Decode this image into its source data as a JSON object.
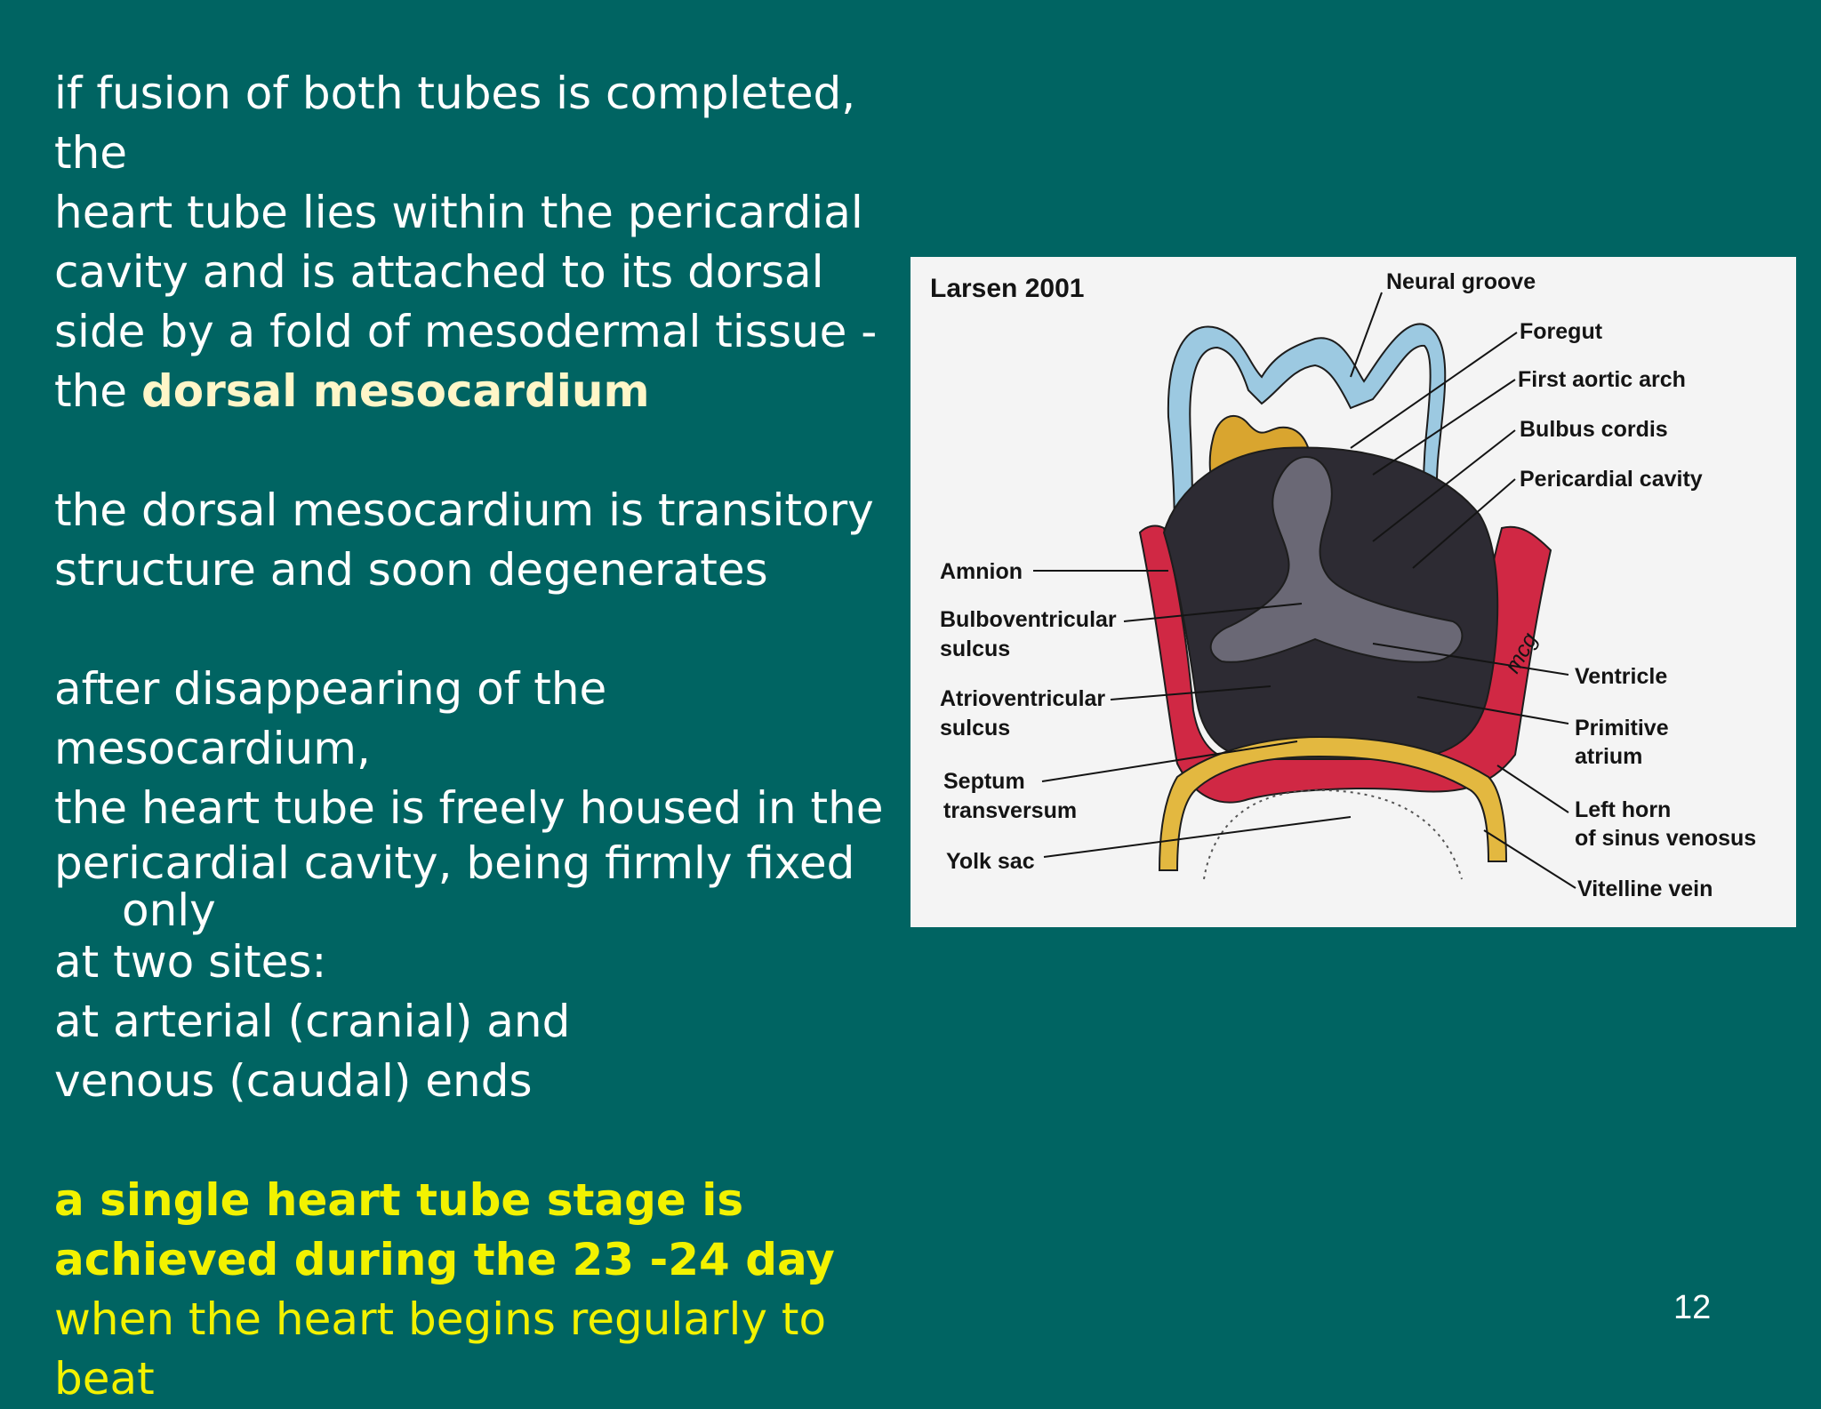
{
  "slide": {
    "para1": {
      "line1": "if fusion of both tubes is completed, the",
      "line2": "heart tube lies within the pericardial",
      "line3": "cavity and is attached to its dorsal",
      "line4": "side by a fold of mesodermal tissue -",
      "line5_prefix": "the ",
      "line5_bold": "dorsal mesocardium"
    },
    "para2": {
      "line1": "the dorsal mesocardium is transitory",
      "line2": "structure and soon degenerates"
    },
    "para3": {
      "line1": "after disappearing of the mesocardium,",
      "line2": "the heart tube is freely housed in the",
      "line3": "pericardial cavity, being firmly fixed",
      "line4": "only",
      "line5": "at two sites:",
      "line6": "at arterial (cranial) and",
      "line7": "venous (caudal) ends"
    },
    "para4": {
      "line1": "a single heart tube stage is",
      "line2": "achieved during the 23 -24 day",
      "line3": "when the heart begins regularly to",
      "line4": "beat"
    },
    "page_number": "12"
  },
  "figure": {
    "source": "Larsen 2001",
    "labels": {
      "neural_groove": "Neural groove",
      "foregut": "Foregut",
      "first_aortic_arch": "First aortic arch",
      "bulbus_cordis": "Bulbus cordis",
      "pericardial_cavity": "Pericardial cavity",
      "amnion": "Amnion",
      "bulboventricular_1": "Bulboventricular",
      "bulboventricular_2": "sulcus",
      "atrioventricular_1": "Atrioventricular",
      "atrioventricular_2": "sulcus",
      "septum_1": "Septum",
      "septum_2": "transversum",
      "yolk_sac": "Yolk sac",
      "ventricle": "Ventricle",
      "primitive_1": "Primitive",
      "primitive_2": "atrium",
      "left_horn_1": "Left horn",
      "left_horn_2": "of sinus venosus",
      "vitelline_vein": "Vitelline vein",
      "signature": "mcg"
    }
  }
}
